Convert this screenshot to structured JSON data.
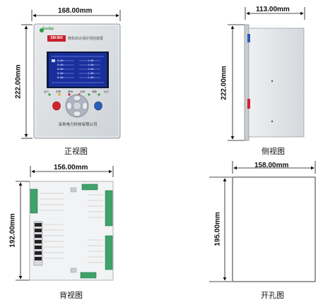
{
  "views": {
    "front": {
      "width_dim": "168.00mm",
      "height_dim": "222.00mm",
      "caption": "正视图",
      "panel": {
        "logo_text": "SunEp",
        "model_badge": "SM 800",
        "device_title": "微机综合保护测控装置",
        "screen_menu_left": [
          "0.00",
          "0.00",
          "0.00",
          "0.00",
          "0.00",
          "0.00"
        ],
        "screen_menu_right": [
          "1.00",
          "1.00",
          "1.00",
          "1.00",
          "1.00",
          "1.00"
        ],
        "indicator_labels": [
          "运行",
          "告警",
          "跳闸",
          "合闸",
          "储能",
          "远方"
        ],
        "company": "深圳电力科技有限公司"
      }
    },
    "side": {
      "width_dim": "113.00mm",
      "height_dim": "222.00mm",
      "caption": "侧视图"
    },
    "back": {
      "width_dim": "156.00mm",
      "height_dim": "192.00mm",
      "caption": "背视图"
    },
    "cutout": {
      "width_dim": "158.00mm",
      "height_dim": "195.00mm",
      "caption": "开孔图"
    }
  },
  "colors": {
    "panel": "#d9dcdf",
    "screen": "#1b2f9c",
    "badge": "#c8202a",
    "nav_ring": "#9fa7b4",
    "red_key": "#d3232b",
    "blue_key": "#2a5db8",
    "terminal_green": "#3ea36a",
    "logo": "#2f9a47"
  }
}
